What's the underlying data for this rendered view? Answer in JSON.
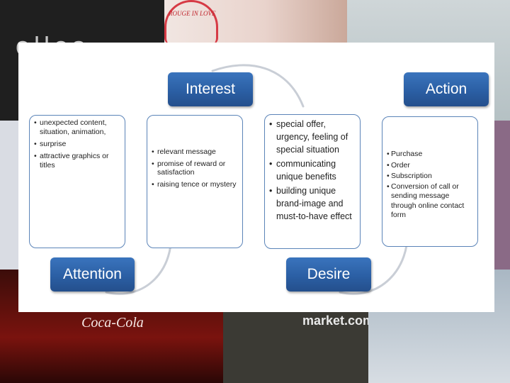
{
  "colors": {
    "stage_fill": "#2b5fa4",
    "box_border": "#5b84b8",
    "arc": "#c9ced6"
  },
  "background": {
    "logo_text": "ellos",
    "rouge_text": "ROUGE IN LOVE",
    "coke_text": "Coca-Cola",
    "market_text": "market.com"
  },
  "stages": [
    {
      "label": "Attention",
      "items": [
        "unexpected content, situation, animation,",
        "surprise",
        "attractive graphics or titles"
      ]
    },
    {
      "label": "Interest",
      "items": [
        "relevant message",
        "promise of reward or satisfaction",
        "raising tence or mystery"
      ]
    },
    {
      "label": "Desire",
      "items": [
        "special offer, urgency, feeling of special situation",
        "communicating unique benefits",
        "building unique brand-image and must-to-have effect"
      ]
    },
    {
      "label": "Action",
      "items": [
        "Purchase",
        "Order",
        "Subscription",
        "Conversion of call or sending message through online contact form"
      ]
    }
  ]
}
